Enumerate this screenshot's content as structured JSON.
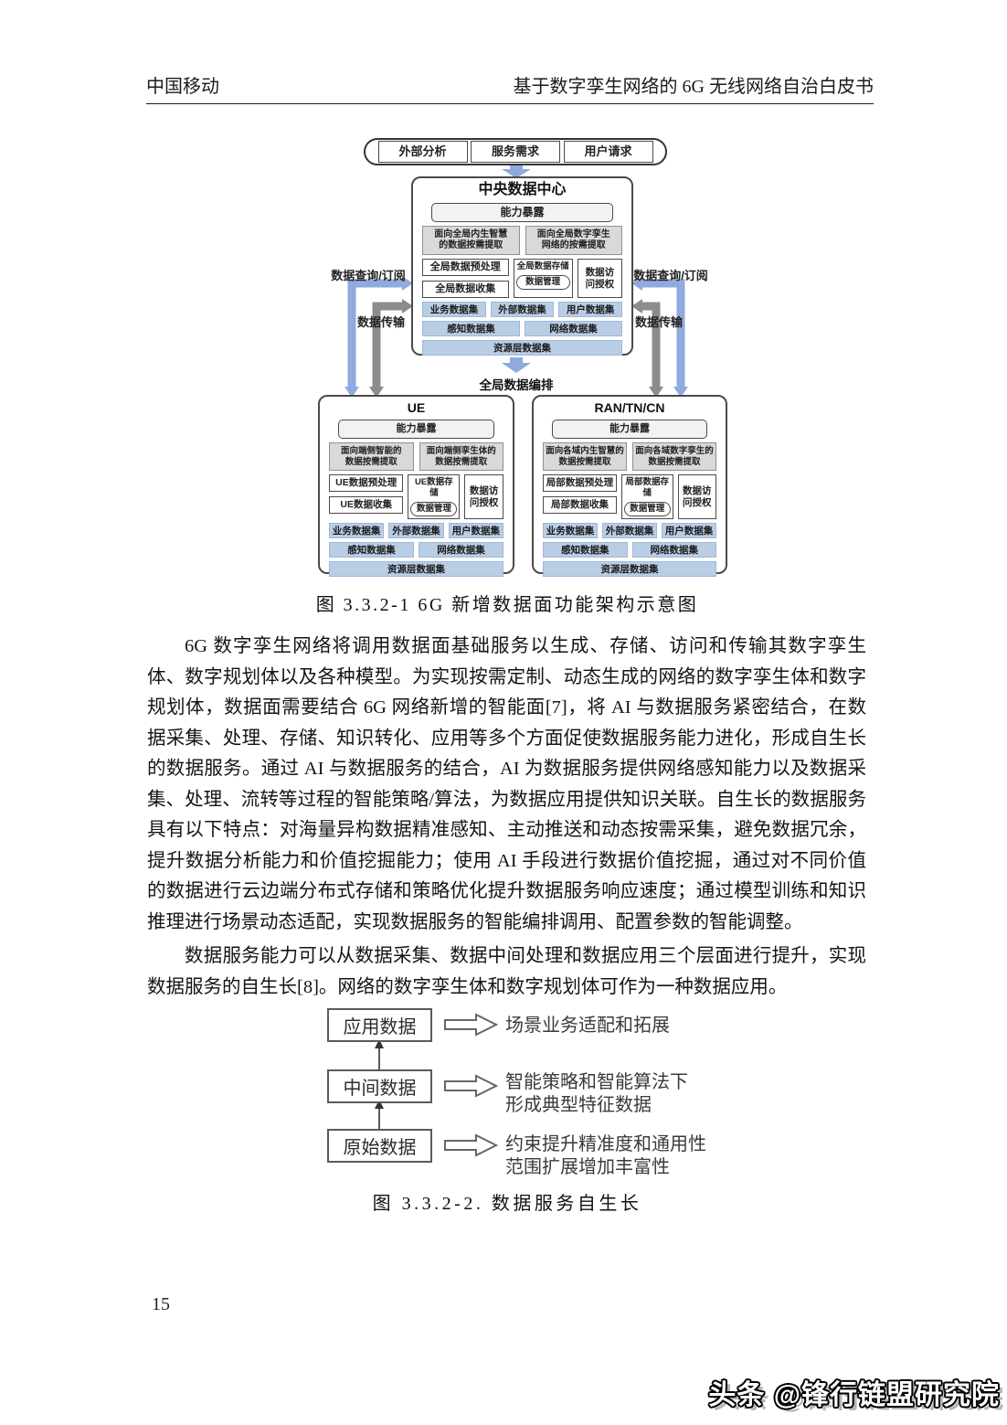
{
  "header": {
    "org": "中国移动",
    "title": "基于数字孪生网络的 6G 无线网络自治白皮书"
  },
  "colors": {
    "arrow_blue": "#8faadc",
    "arrow_gray": "#8c8c8c",
    "dataset_blue": "#b9cde5",
    "box_gray": "#d9d9d9"
  },
  "figure1": {
    "caption": "图 3.3.2-1 6G 新增数据面功能架构示意图",
    "inputs": [
      "外部分析",
      "服务需求",
      "用户请求"
    ],
    "labels": {
      "query_left": "数据查询/订阅",
      "transfer_left": "数据传输",
      "query_right": "数据查询/订阅",
      "transfer_right": "数据传输",
      "orchestration": "全局数据编排"
    },
    "datasets": {
      "r1": [
        "业务数据集",
        "外部数据集",
        "用户数据集"
      ],
      "r2": [
        "感知数据集",
        "网络数据集"
      ],
      "r3": "资源层数据集"
    },
    "central": {
      "title": "中央数据中心",
      "capability": "能力暴露",
      "extract1": "面向全局内生智慧\n的数据按需提取",
      "extract2": "面向全局数字孪生\n网络的按需提取",
      "preprocess": "全局数据预处理",
      "collect": "全局数据收集",
      "storage": "全局数据存储",
      "manage": "数据管理",
      "access": "数据访\n问授权"
    },
    "ue": {
      "title": "UE",
      "capability": "能力暴露",
      "extract1": "面向端侧智能的\n数据按需提取",
      "extract2": "面向端侧孪生体的\n数据按需提取",
      "preprocess": "UE数据预处理",
      "collect": "UE数据收集",
      "storage": "UE数据存储",
      "manage": "数据管理",
      "access": "数据访\n问授权"
    },
    "ran": {
      "title": "RAN/TN/CN",
      "capability": "能力暴露",
      "extract1": "面向各域内生智慧的\n数据按需提取",
      "extract2": "面向各域数字孪生的\n数据按需提取",
      "preprocess": "局部数据预处理",
      "collect": "局部数据收集",
      "storage": "局部数据存储",
      "manage": "数据管理",
      "access": "数据访\n问授权"
    }
  },
  "body": {
    "p1": "6G 数字孪生网络将调用数据面基础服务以生成、存储、访问和传输其数字孪生体、数字规划体以及各种模型。为实现按需定制、动态生成的网络的数字孪生体和数字规划体，数据面需要结合 6G 网络新增的智能面[7]，将 AI 与数据服务紧密结合，在数据采集、处理、存储、知识转化、应用等多个方面促使数据服务能力进化，形成自生长的数据服务。通过 AI 与数据服务的结合，AI 为数据服务提供网络感知能力以及数据采集、处理、流转等过程的智能策略/算法，为数据应用提供知识关联。自生长的数据服务具有以下特点：对海量异构数据精准感知、主动推送和动态按需采集，避免数据冗余，提升数据分析能力和价值挖掘能力；使用 AI 手段进行数据价值挖掘，通过对不同价值的数据进行云边端分布式存储和策略优化提升数据服务响应速度；通过模型训练和知识推理进行场景动态适配，实现数据服务的智能编排调用、配置参数的智能调整。",
    "p2": "数据服务能力可以从数据采集、数据中间处理和数据应用三个层面进行提升，实现数据服务的自生长[8]。网络的数字孪生体和数字规划体可作为一种数据应用。"
  },
  "figure2": {
    "caption": "图 3.3.2-2.  数据服务自生长",
    "levels": [
      {
        "box": "应用数据",
        "desc": "场景业务适配和拓展"
      },
      {
        "box": "中间数据",
        "desc": "智能策略和智能算法下\n形成典型特征数据"
      },
      {
        "box": "原始数据",
        "desc": "约束提升精准度和通用性\n范围扩展增加丰富性"
      }
    ]
  },
  "footer": {
    "page_number": "15",
    "watermark": "头条 @锋行链盟研究院"
  }
}
